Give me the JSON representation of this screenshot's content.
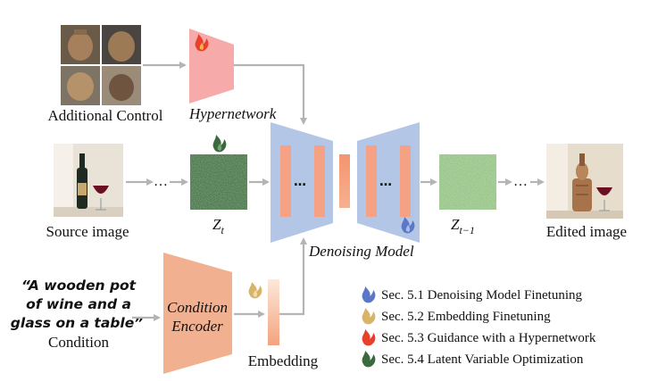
{
  "labels": {
    "additional_control": "Additional Control",
    "hypernetwork": "Hypernetwork",
    "source_image": "Source image",
    "denoising_model": "Denoising Model",
    "edited_image": "Edited image",
    "condition_encoder_line1": "Condition",
    "condition_encoder_line2": "Encoder",
    "embedding": "Embedding",
    "condition": "Condition",
    "z_t_base": "Z",
    "z_t_sub": "t",
    "z_t1_base": "Z",
    "z_t1_sub": "t−1",
    "dots": "…"
  },
  "prompt_lines": [
    "“A wooden pot",
    "of wine and a",
    "glass on a table”"
  ],
  "legend": [
    {
      "text": "Sec. 5.1 Denoising Model Finetuning",
      "flame_color": "#5b78c8"
    },
    {
      "text": "Sec. 5.2 Embedding Finetuning",
      "flame_color": "#d8b46a"
    },
    {
      "text": "Sec. 5.3 Guidance with a Hypernetwork",
      "flame_color": "#e8402a"
    },
    {
      "text": "Sec. 5.4 Latent Variable Optimization",
      "flame_color": "#3a6a3e"
    }
  ],
  "colors": {
    "unet": "#b4c6e6",
    "unet_block": "#f4a283",
    "hypernetwork": "#f7aaaa",
    "encoder": "#f1b190",
    "latent_dark": "#3f6b40",
    "latent_light": "#8fbf7e",
    "arrow": "#b4b4b4"
  }
}
